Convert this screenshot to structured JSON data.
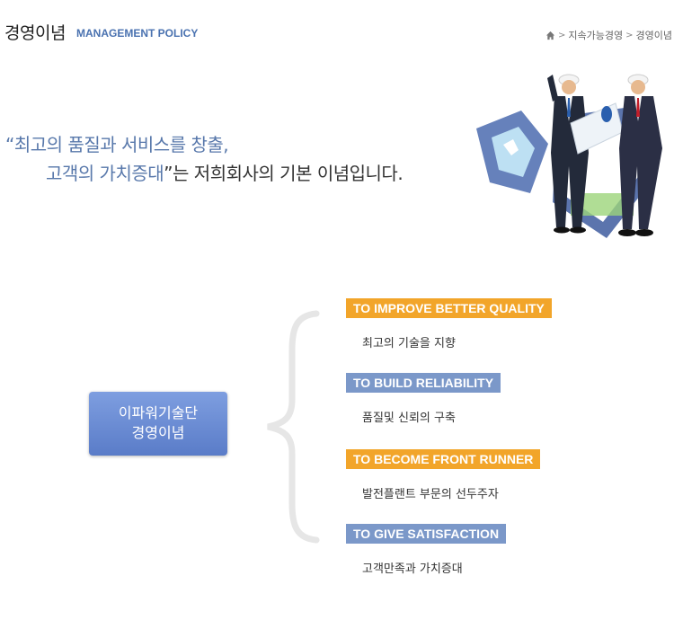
{
  "header": {
    "title": "경영이념",
    "subtitle": "MANAGEMENT POLICY"
  },
  "breadcrumb": {
    "items": [
      "지속가능경영",
      "경영이념"
    ]
  },
  "quote": {
    "open": "“",
    "line1": "최고의 품질과 서비스를 창출,",
    "line2_blue": "고객의 가치증대",
    "close": "”",
    "line2_rest": "는 저희회사의 기본 이념입니다."
  },
  "center": {
    "line1": "이파워기술단",
    "line2": "경영이념"
  },
  "policies": [
    {
      "label": "TO IMPROVE BETTER QUALITY",
      "desc": "최고의 기술을 지향",
      "color": "#f2a52a"
    },
    {
      "label": "TO BUILD RELIABILITY",
      "desc": "품질및 신뢰의 구축",
      "color": "#7b98c9"
    },
    {
      "label": "TO BECOME FRONT RUNNER",
      "desc": "발전플랜트 부문의 선두주자",
      "color": "#f2a52a"
    },
    {
      "label": "TO GIVE SATISFACTION",
      "desc": "고객만족과 가치증대",
      "color": "#7b98c9"
    }
  ],
  "icons": {
    "home": "home-icon",
    "separator": "chevron-right-icon"
  }
}
